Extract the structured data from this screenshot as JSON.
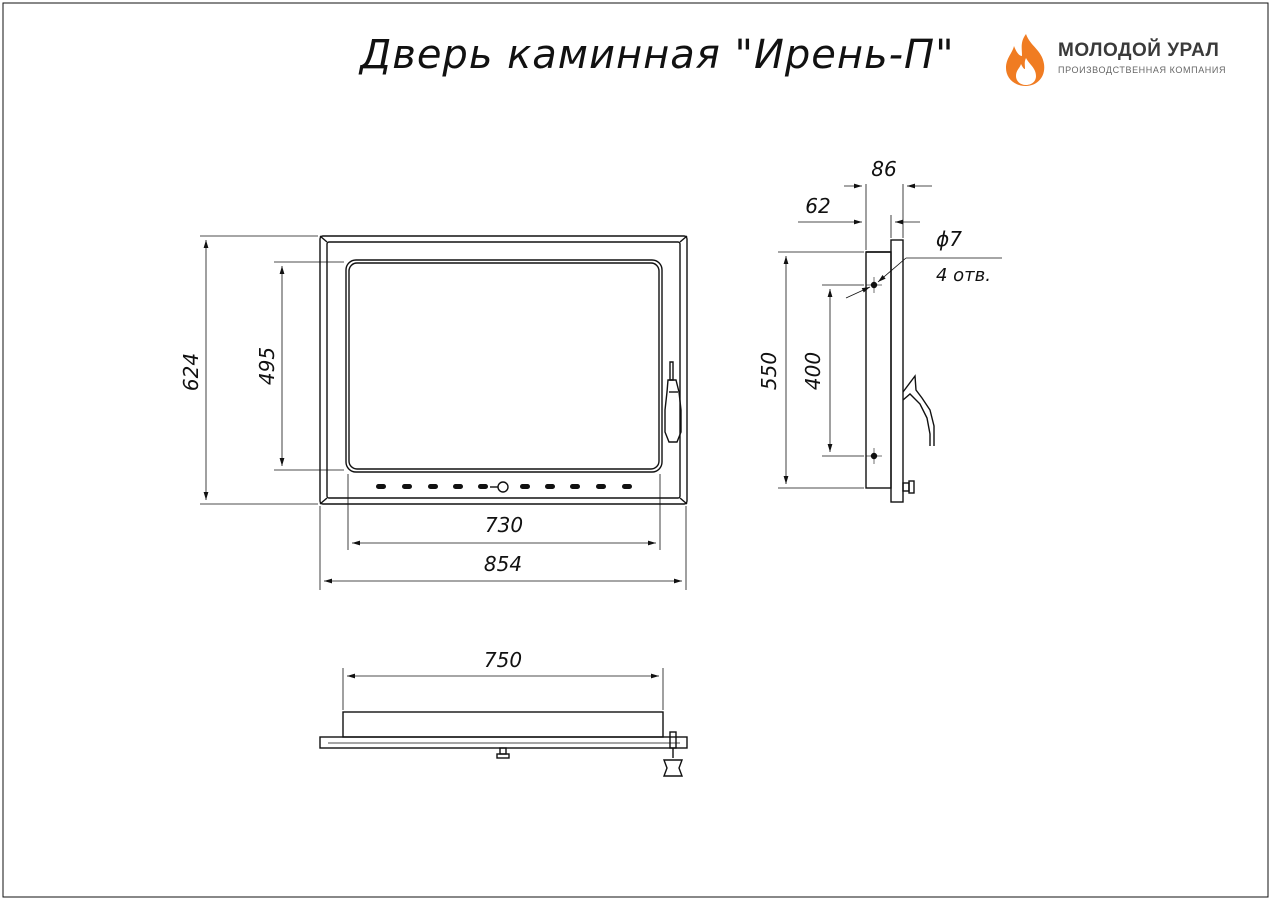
{
  "title": "Дверь каминная \"Ирень-П\"",
  "logo": {
    "name": "МОЛОДОЙ УРАЛ",
    "subtitle": "ПРОИЗВОДСТВЕННАЯ КОМПАНИЯ",
    "flame_color": "#f07c22",
    "flame_dark_color": "#e0531a"
  },
  "front_view": {
    "height_outer": "624",
    "height_glass": "495",
    "width_glass": "730",
    "width_outer": "854"
  },
  "side_view": {
    "depth_total": "86",
    "depth_frame": "62",
    "hole_diameter": "ϕ7",
    "hole_count": "4 отв.",
    "height_frame": "550",
    "hole_spacing": "400"
  },
  "top_view": {
    "width_body": "750"
  },
  "colors": {
    "line": "#111111",
    "background": "#ffffff"
  }
}
